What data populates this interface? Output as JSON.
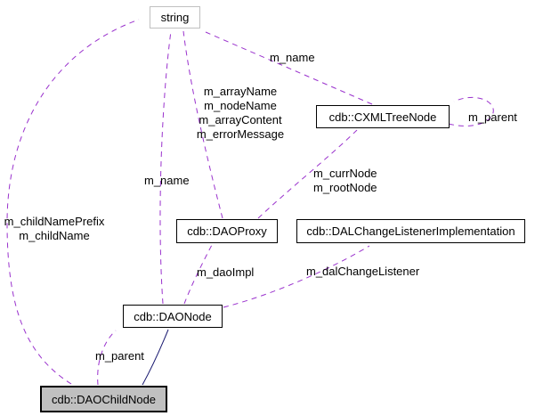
{
  "diagram": {
    "kind": "uml-collaboration-graph",
    "colors": {
      "usage_edge": "#9a32cd",
      "inheritance_edge": "#191970",
      "node_border": "#000000",
      "node_background": "#ffffff",
      "external_node_border": "#c0c0c0",
      "current_node_background": "#c0c0c0",
      "text": "#000000"
    },
    "nodes": {
      "string": {
        "label": "string"
      },
      "cxml_tree_node": {
        "label": "cdb::CXMLTreeNode"
      },
      "dao_proxy": {
        "label": "cdb::DAOProxy"
      },
      "dal_change_listener_impl": {
        "label": "cdb::DALChangeListenerImplementation"
      },
      "dao_node": {
        "label": "cdb::DAONode"
      },
      "dao_child_node": {
        "label": "cdb::DAOChildNode"
      }
    },
    "edges": {
      "tree_node_to_string": {
        "label": "m_name",
        "style": "dashed"
      },
      "proxy_to_string": {
        "labels": [
          "m_arrayName",
          "m_nodeName",
          "m_arrayContent",
          "m_errorMessage"
        ],
        "style": "dashed"
      },
      "tree_node_self": {
        "label": "m_parent",
        "style": "dashed"
      },
      "proxy_to_tree_node": {
        "labels": [
          "m_currNode",
          "m_rootNode"
        ],
        "style": "dashed"
      },
      "dao_node_to_string": {
        "label": "m_name",
        "style": "dashed"
      },
      "child_to_string": {
        "labels": [
          "m_childNamePrefix",
          "m_childName"
        ],
        "style": "dashed"
      },
      "dao_node_to_proxy": {
        "label": "m_daoImpl",
        "style": "dashed"
      },
      "dao_node_to_dal": {
        "label": "m_dalChangeListener",
        "style": "dashed"
      },
      "child_to_dao_node": {
        "label": "m_parent",
        "style": "dashed"
      },
      "child_inherits_dao_node": {
        "style": "solid-inheritance"
      }
    }
  }
}
